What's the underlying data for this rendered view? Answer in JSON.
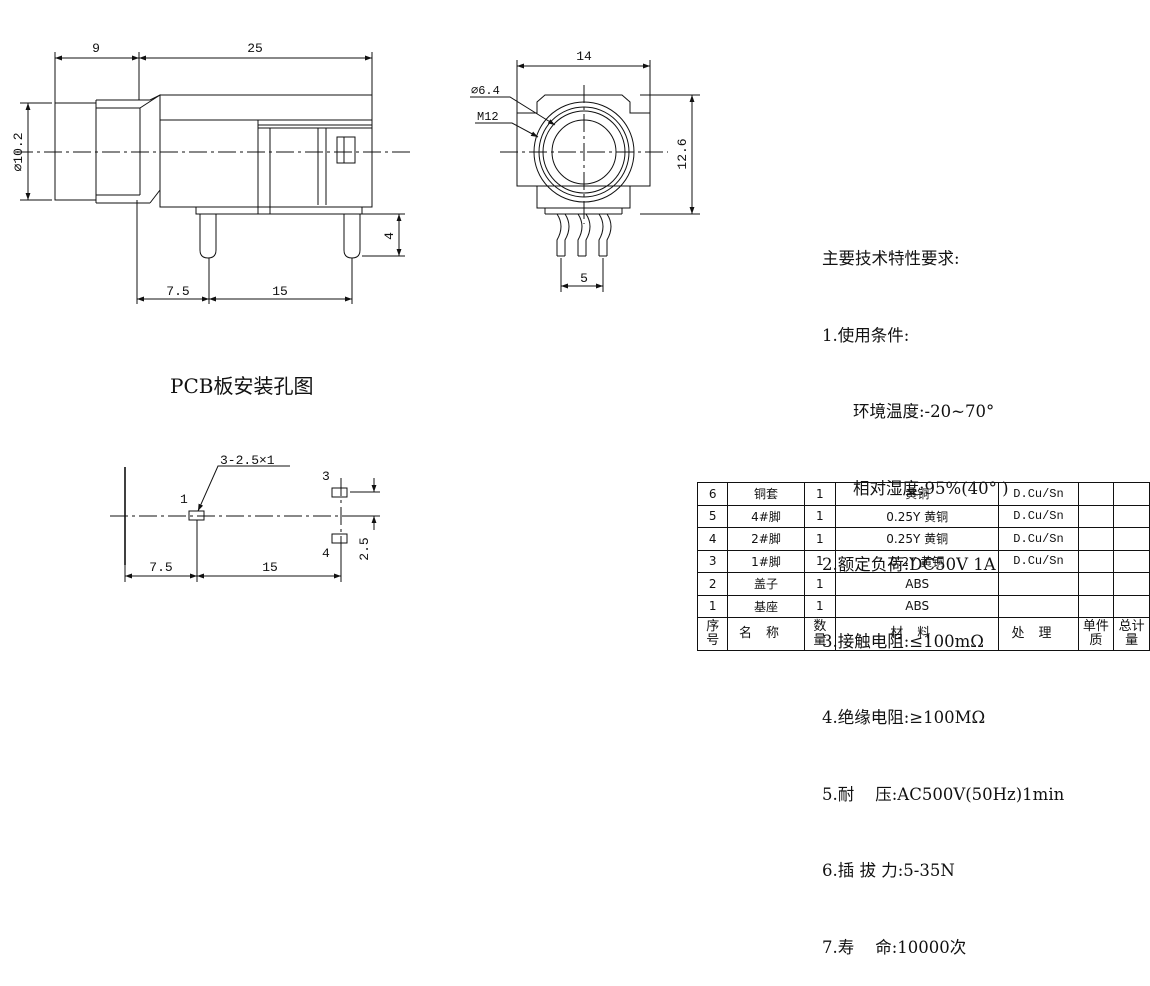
{
  "side_view": {
    "dims": {
      "front_len": "9",
      "body_len": "25",
      "diameter": "⌀10.2",
      "pin_pitch_a": "7.5",
      "pin_pitch_b": "15",
      "pin_len": "4"
    }
  },
  "front_view": {
    "dims": {
      "width": "14",
      "height": "12.6",
      "hole_d": "⌀6.4",
      "thread": "M12",
      "pin_pitch": "5"
    }
  },
  "pcb": {
    "title": "PCB板安装孔图",
    "hole_spec": "3-2.5×1",
    "pins": [
      "1",
      "3",
      "4"
    ],
    "dims": {
      "a": "7.5",
      "b": "15",
      "c": "2.5"
    }
  },
  "specs": [
    {
      "text": "主要技术特性要求:",
      "indent": false
    },
    {
      "text": "1.使用条件:",
      "indent": false
    },
    {
      "text": "环境温度:-20~70°",
      "indent": true
    },
    {
      "text": "相对湿度:95%(40° )",
      "indent": true
    },
    {
      "text": "2.额定负荷:DC50V 1A",
      "indent": false
    },
    {
      "text": "3.接触电阻:≤100mΩ",
      "indent": false
    },
    {
      "text": "4.绝缘电阻:≥100MΩ",
      "indent": false
    },
    {
      "text": "5.耐    压:AC500V(50Hz)1min",
      "indent": false
    },
    {
      "text": "6.插 拔 力:5-35N",
      "indent": false
    },
    {
      "text": "7.寿    命:10000次",
      "indent": false
    }
  ],
  "bom": {
    "rows": [
      {
        "no": "6",
        "name": "铜套",
        "qty": "1",
        "material": "黄铜",
        "finish": "D.Cu/Sn"
      },
      {
        "no": "5",
        "name": "4#脚",
        "qty": "1",
        "material": "0.25Y 黄铜",
        "finish": "D.Cu/Sn"
      },
      {
        "no": "4",
        "name": "2#脚",
        "qty": "1",
        "material": "0.25Y 黄铜",
        "finish": "D.Cu/Sn"
      },
      {
        "no": "3",
        "name": "1#脚",
        "qty": "1",
        "material": "0.2Y 黄铜",
        "finish": "D.Cu/Sn"
      },
      {
        "no": "2",
        "name": "盖子",
        "qty": "1",
        "material": "ABS",
        "finish": ""
      },
      {
        "no": "1",
        "name": "基座",
        "qty": "1",
        "material": "ABS",
        "finish": ""
      }
    ],
    "header": {
      "no": [
        "序",
        "号"
      ],
      "name": "名称",
      "qty": [
        "数",
        "量"
      ],
      "material": "材料",
      "finish": "处理",
      "unit_mass": [
        "单件",
        "质"
      ],
      "total_mass": [
        "总计",
        "量"
      ]
    }
  }
}
